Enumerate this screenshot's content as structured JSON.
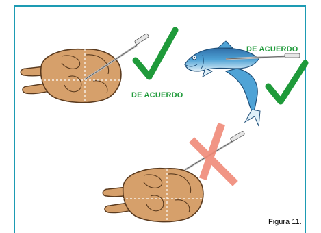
{
  "figure": {
    "ok_label_chicken": "DE ACUERDO",
    "ok_label_fish": "DE ACUERDO",
    "caption": "Figura 11."
  },
  "colors": {
    "frame_border": "#1d9bb3",
    "check_green": "#1f9a3a",
    "label_green": "#1f9a3a",
    "cross_salmon": "#f08a78",
    "chicken_fill": "#d6a06b",
    "chicken_stroke": "#5a3a1e",
    "fish_blue": "#3b8fc8",
    "fish_dark": "#1f4f79"
  },
  "icons": [
    "check-icon",
    "check-icon",
    "cross-icon",
    "thermometer-icon"
  ]
}
